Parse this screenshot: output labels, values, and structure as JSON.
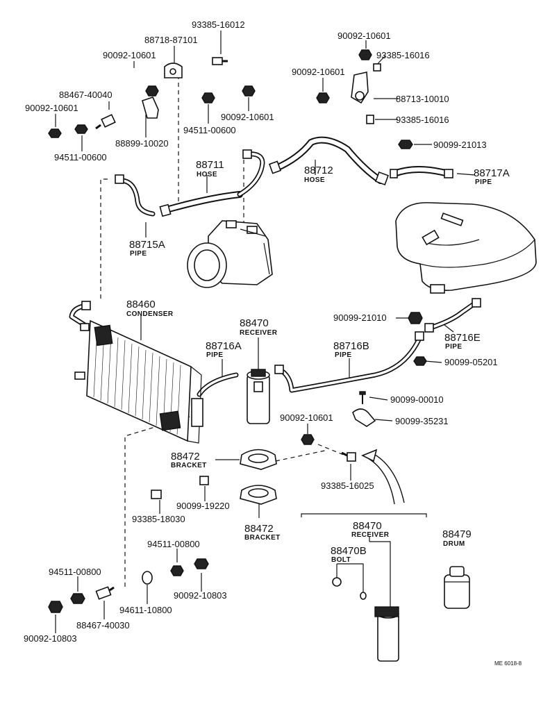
{
  "diagram": {
    "labels": {
      "l01": "93385-16012",
      "l02": "88718-87101",
      "l03": "90092-10601",
      "l04": "88467-40040",
      "l05": "90092-10601",
      "l06": "94511-00600",
      "l07": "88899-10020",
      "l08": "94511-00600",
      "l09": "90092-10601",
      "l10": "90092-10601",
      "l11": "93385-16016",
      "l12": "90092-10601",
      "l13": "88713-10010",
      "l14": "93385-16016",
      "l15": "90099-21013",
      "l16": "88711",
      "l17": "88712",
      "l18": "88717A",
      "l19": "88715A",
      "l20": "88460",
      "l21": "88470",
      "l22": "88716A",
      "l23": "88716B",
      "l24": "90099-21010",
      "l25": "88716E",
      "l26": "90099-05201",
      "l27": "90099-00010",
      "l28": "90092-10601",
      "l29": "90099-35231",
      "l30": "88472",
      "l31": "93385-16025",
      "l32": "90099-19220",
      "l33": "93385-18030",
      "l34": "88472",
      "l35": "88470",
      "l36": "88470B",
      "l37": "88479",
      "l38": "94511-00800",
      "l39": "94511-00800",
      "l40": "90092-10803",
      "l41": "94611-10800",
      "l42": "88467-40030",
      "l43": "90092-10803"
    },
    "captions": {
      "c01": "HOSE",
      "c02": "HOSE",
      "c03": "PIPE",
      "c04": "PIPE",
      "c05": "CONDENSER",
      "c06": "RECEIVER",
      "c07": "PIPE",
      "c08": "PIPE",
      "c09": "PIPE",
      "c10": "BRACKET",
      "c11": "BRACKET",
      "c12": "RECEIVER",
      "c13": "BOLT",
      "c14": "DRUM"
    },
    "figure_code": "ME 6018-8"
  }
}
